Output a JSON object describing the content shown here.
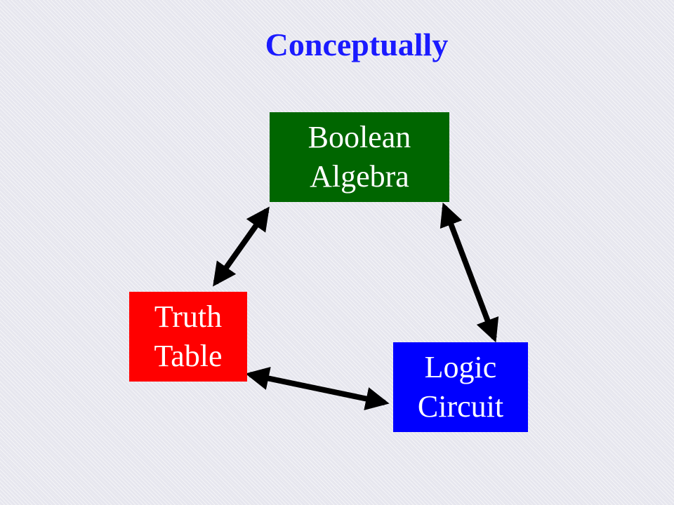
{
  "title": "Conceptually",
  "nodes": {
    "boolean_algebra": {
      "label": "Boolean\nAlgebra",
      "color": "#006600"
    },
    "truth_table": {
      "label": "Truth\nTable",
      "color": "#ff0000"
    },
    "logic_circuit": {
      "label": "Logic\nCircuit",
      "color": "#0000ff"
    }
  },
  "edges": [
    {
      "from": "truth_table",
      "to": "boolean_algebra",
      "style": "double-headed arrow"
    },
    {
      "from": "boolean_algebra",
      "to": "logic_circuit",
      "style": "double-headed arrow"
    },
    {
      "from": "truth_table",
      "to": "logic_circuit",
      "style": "double-headed arrow"
    }
  ]
}
